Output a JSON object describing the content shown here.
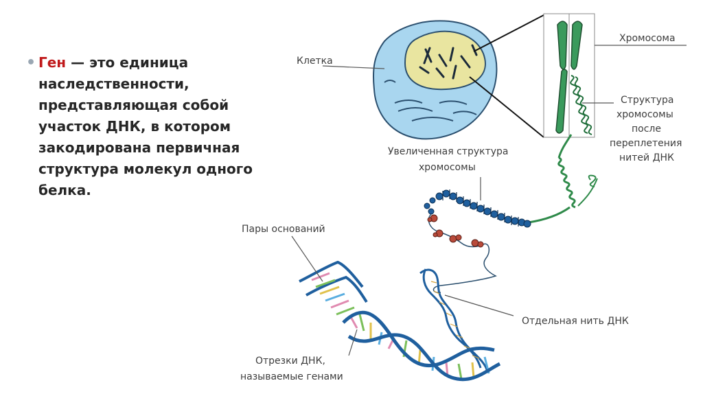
{
  "text": {
    "term": "Ген",
    "definition": " — это единица наследственности, представляющая собой участок ДНК, в котором закодирована первичная структура молекул одного белка."
  },
  "labels": {
    "cell": "Клетка",
    "chromosome": "Хромосома",
    "structure_after": [
      "Структура",
      "хромосомы",
      "после",
      "переплетения",
      "нитей ДНК"
    ],
    "enlarged": [
      "Увеличенная структура",
      "хромосомы"
    ],
    "base_pairs": "Пары оснований",
    "single_strand": "Отдельная нить ДНК",
    "gene_segments": [
      "Отрезки ДНК,",
      "называемые генами"
    ]
  },
  "colors": {
    "term": "#c0191b",
    "cell_fill": "#a9d6ef",
    "nucleus_fill": "#e9e5a0",
    "chromosome_green": "#3a9a5c",
    "dna_blue": "#1f5f9e"
  }
}
